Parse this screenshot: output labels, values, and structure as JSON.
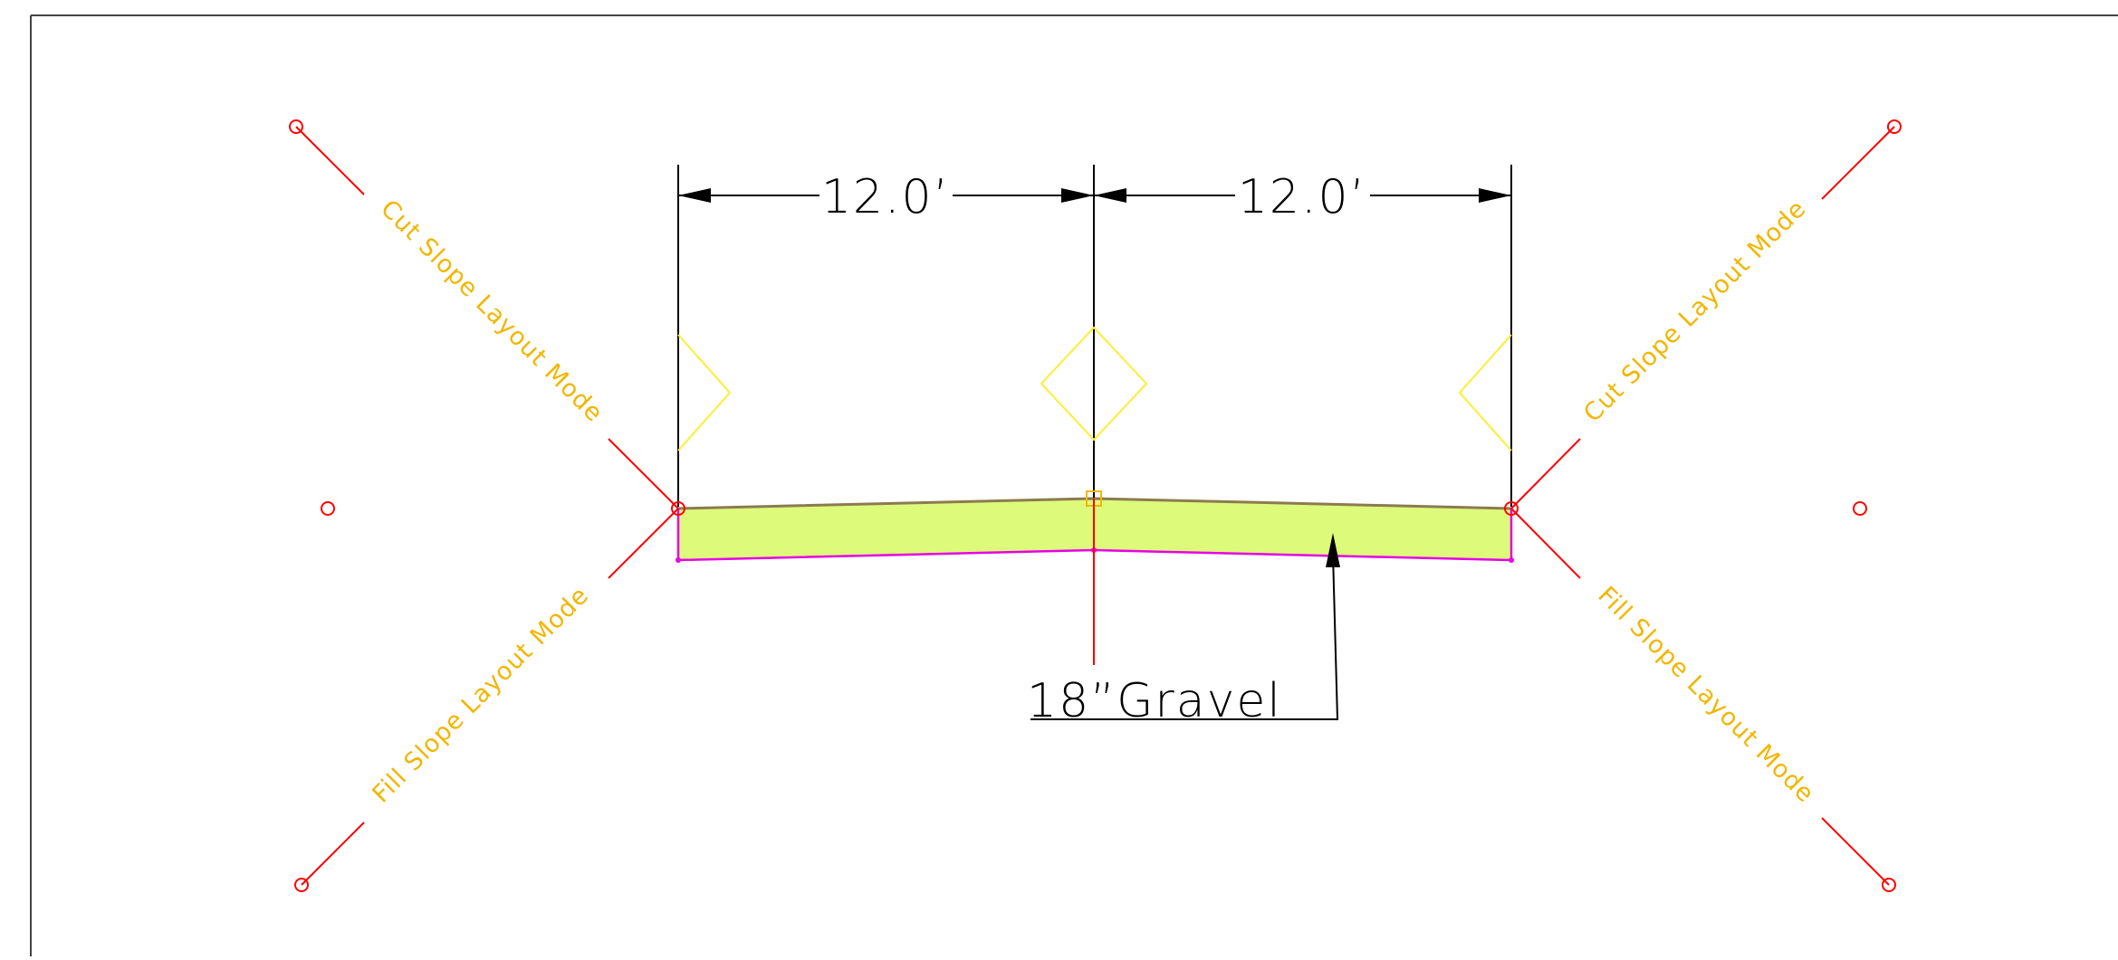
{
  "dimensions": {
    "left_width": "12.0’",
    "right_width": "12.0’"
  },
  "slope_modes": {
    "left_cut": "Cut Slope Layout Mode",
    "left_fill": "Fill Slope Layout Mode",
    "right_cut": "Cut Slope Layout Mode",
    "right_fill": "Fill Slope Layout Mode"
  },
  "material_label": "18”Gravel",
  "colors": {
    "background": "#ffffff",
    "frame": "#444444",
    "dimension": "#000000",
    "slope_line": "#ff0000",
    "slope_text": "#f2b600",
    "gravel_fill": "#ddfa7a",
    "gravel_bottom": "#e600e6",
    "gravel_top": "#8c7b50",
    "target_marker": "#ffee33"
  }
}
